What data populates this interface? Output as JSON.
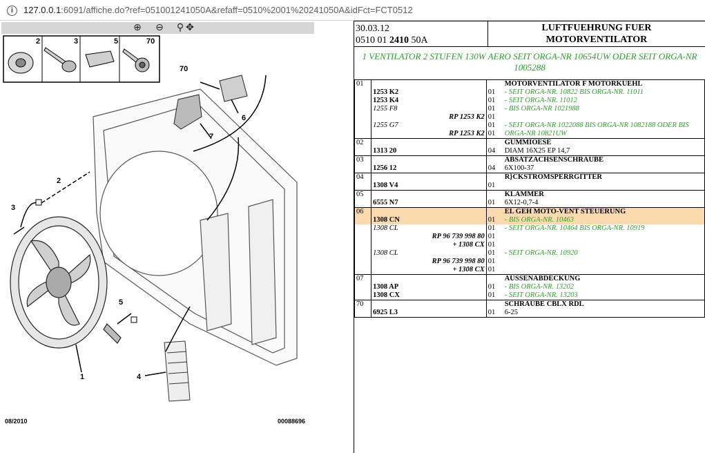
{
  "browser": {
    "url_host": "127.0.0.1",
    "url_rest": ":6091/affiche.do?ref=051001241050A&refaff=0510%2001%20241050A&idFct=FCT0512"
  },
  "toolbar": {
    "zoom_in": "zoom in",
    "zoom_out": "zoom out",
    "zoom_pan": "pan"
  },
  "diagram": {
    "callouts": {
      "c1": "1",
      "c2": "2",
      "c3": "3",
      "c4": "4",
      "c5": "5",
      "c6": "6",
      "c7": "7",
      "c70": "70"
    },
    "inset": {
      "n2": "2",
      "n3": "3",
      "n5": "5",
      "n70": "70"
    },
    "footer_date": "08/2010",
    "footer_ref": "00088696"
  },
  "header": {
    "date": "30.03.12",
    "code_pre": "0510 01 ",
    "code_bold": "2410",
    "code_post": " 50A",
    "title_1": "LUFTFUEHRUNG FUER",
    "title_2": "MOTORVENTILATOR"
  },
  "subtitle": "1 VENTILATOR 2 STUFEN 130W AERO SEIT ORGA-NR 10654UW ODER SEIT ORGA-NR 1005288",
  "rows": [
    {
      "num": "01",
      "ref": "",
      "qty": "",
      "desc": "MOTORVENTILATOR F MOTORKUEHL"
    },
    {
      "num": "",
      "ref": "1253 K2",
      "qty": "01",
      "desc": "- SEIT ORGA-NR. 10822 BIS ORGA-NR. 11011"
    },
    {
      "num": "",
      "ref": "1253 K4",
      "qty": "01",
      "desc": "- SEIT ORGA-NR. 11012"
    },
    {
      "num": "",
      "ref": "1255 F8",
      "qty": "01",
      "desc": "- BIS ORGA-NR 1021988"
    },
    {
      "num": "",
      "ref": "RP 1253 K2",
      "qty": "01",
      "desc": ""
    },
    {
      "num": "",
      "ref": "1255 G7",
      "qty": "01",
      "desc": "- SEIT ORGA-NR 1022088 BIS ORGA-NR 1082188 ODER BIS"
    },
    {
      "num": "",
      "ref": "RP 1253 K2",
      "qty": "01",
      "desc": "ORGA-NR 10821UW"
    },
    {
      "num": "02",
      "ref": "",
      "qty": "",
      "desc": "GUMMIOESE"
    },
    {
      "num": "",
      "ref": "1313 20",
      "qty": "04",
      "desc": "DIAM 16X25 EP 14,7"
    },
    {
      "num": "03",
      "ref": "",
      "qty": "",
      "desc": "ABSATZACHSENSCHRAUBE"
    },
    {
      "num": "",
      "ref": "1256 12",
      "qty": "04",
      "desc": "6X100-37"
    },
    {
      "num": "04",
      "ref": "",
      "qty": "",
      "desc": "R}CKSTROMSPERRGITTER"
    },
    {
      "num": "",
      "ref": "1308 V4",
      "qty": "01",
      "desc": ""
    },
    {
      "num": "05",
      "ref": "",
      "qty": "",
      "desc": "KLAMMER"
    },
    {
      "num": "",
      "ref": "6555 N7",
      "qty": "01",
      "desc": "6X12-0,7-4"
    },
    {
      "num": "06",
      "ref": "",
      "qty": "",
      "desc": "EL GEH MOTO-VENT STEUERUNG"
    },
    {
      "num": "",
      "ref": "1308 CN",
      "qty": "01",
      "desc": "- BIS ORGA-NR. 10463"
    },
    {
      "num": "",
      "ref": "1308 CL",
      "qty": "01",
      "desc": "- SEIT ORGA-NR. 10464 BIS ORGA-NR. 10919"
    },
    {
      "num": "",
      "ref": "RP 96 739 998 80",
      "qty": "01",
      "desc": ""
    },
    {
      "num": "",
      "ref": "+ 1308 CX",
      "qty": "01",
      "desc": ""
    },
    {
      "num": "",
      "ref": "1308 CL",
      "qty": "01",
      "desc": "- SEIT ORGA-NR. 10920"
    },
    {
      "num": "",
      "ref": "RP 96 739 998 80",
      "qty": "01",
      "desc": ""
    },
    {
      "num": "",
      "ref": "+ 1308 CX",
      "qty": "01",
      "desc": ""
    },
    {
      "num": "07",
      "ref": "",
      "qty": "",
      "desc": "AUSSENABDECKUNG"
    },
    {
      "num": "",
      "ref": "1308 AP",
      "qty": "01",
      "desc": "- BIS ORGA-NR. 13202"
    },
    {
      "num": "",
      "ref": "1308 CX",
      "qty": "01",
      "desc": "- SEIT ORGA-NR. 13203"
    },
    {
      "num": "70",
      "ref": "",
      "qty": "",
      "desc": "SCHRAUBE CBLX RDL"
    },
    {
      "num": "",
      "ref": "6925 L3",
      "qty": "01",
      "desc": "6-25"
    }
  ],
  "colors": {
    "green_text": "#2e9e2e",
    "selected_row": "#fbdab0",
    "toolbar_bg": "#d6d6d6"
  }
}
